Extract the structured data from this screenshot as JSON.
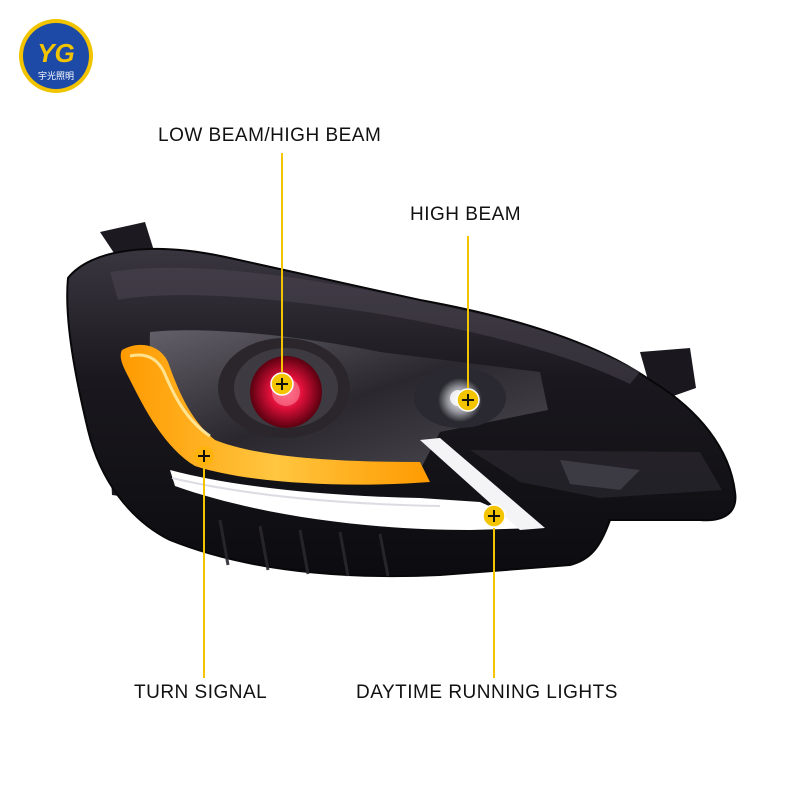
{
  "brand": {
    "logo_letters": "YG",
    "logo_text": "宇光照明",
    "colors": {
      "ring": "#f2c400",
      "disc": "#1c4aa6",
      "text": "#ffffff"
    }
  },
  "callouts": {
    "low_high_beam": "LOW BEAM/HIGH BEAM",
    "high_beam": "HIGH BEAM",
    "turn_signal": "TURN SIGNAL",
    "drl": "DAYTIME RUNNING LIGHTS"
  },
  "colors": {
    "callout_line": "#f5c400",
    "marker_fill": "#f5c400",
    "amber_led": "#ffb300",
    "white_led": "#ffffff",
    "red_projector": "#e0103a",
    "housing": "#14141a"
  },
  "icons": {
    "marker": "plus-marker-icon"
  }
}
